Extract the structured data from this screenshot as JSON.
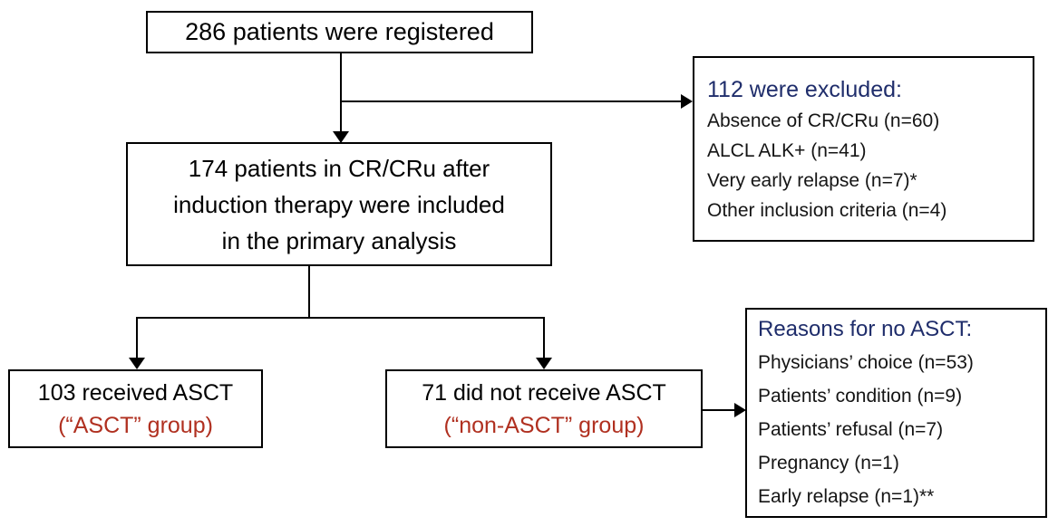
{
  "diagram": {
    "type": "flowchart",
    "title": "CONSORT-style patient flow diagram",
    "nodes": {
      "registered": {
        "text": "286 patients were registered"
      },
      "included": {
        "line1": "174 patients in CR/CRu after",
        "line2": "induction therapy were included",
        "line3": "in the primary analysis"
      },
      "excluded": {
        "heading": "112 were excluded:",
        "items": [
          "Absence of CR/CRu (n=60)",
          "ALCL ALK+ (n=41)",
          "Very early relapse (n=7)*",
          "Other inclusion criteria (n=4)"
        ]
      },
      "asct": {
        "line1": "103 received ASCT",
        "line2": "(“ASCT” group)"
      },
      "non_asct": {
        "line1": "71 did not receive ASCT",
        "line2": "(“non-ASCT” group)"
      },
      "reasons": {
        "heading": "Reasons for no ASCT:",
        "items": [
          "Physicians’ choice (n=53)",
          "Patients’ condition (n=9)",
          "Patients’ refusal (n=7)",
          "Pregnancy (n=1)",
          "Early relapse (n=1)**"
        ]
      }
    },
    "colors": {
      "heading_navy": "#1F2D6B",
      "group_red": "#B03020",
      "body_black": "#151515",
      "border": "#000000",
      "background": "#FFFFFF"
    }
  }
}
